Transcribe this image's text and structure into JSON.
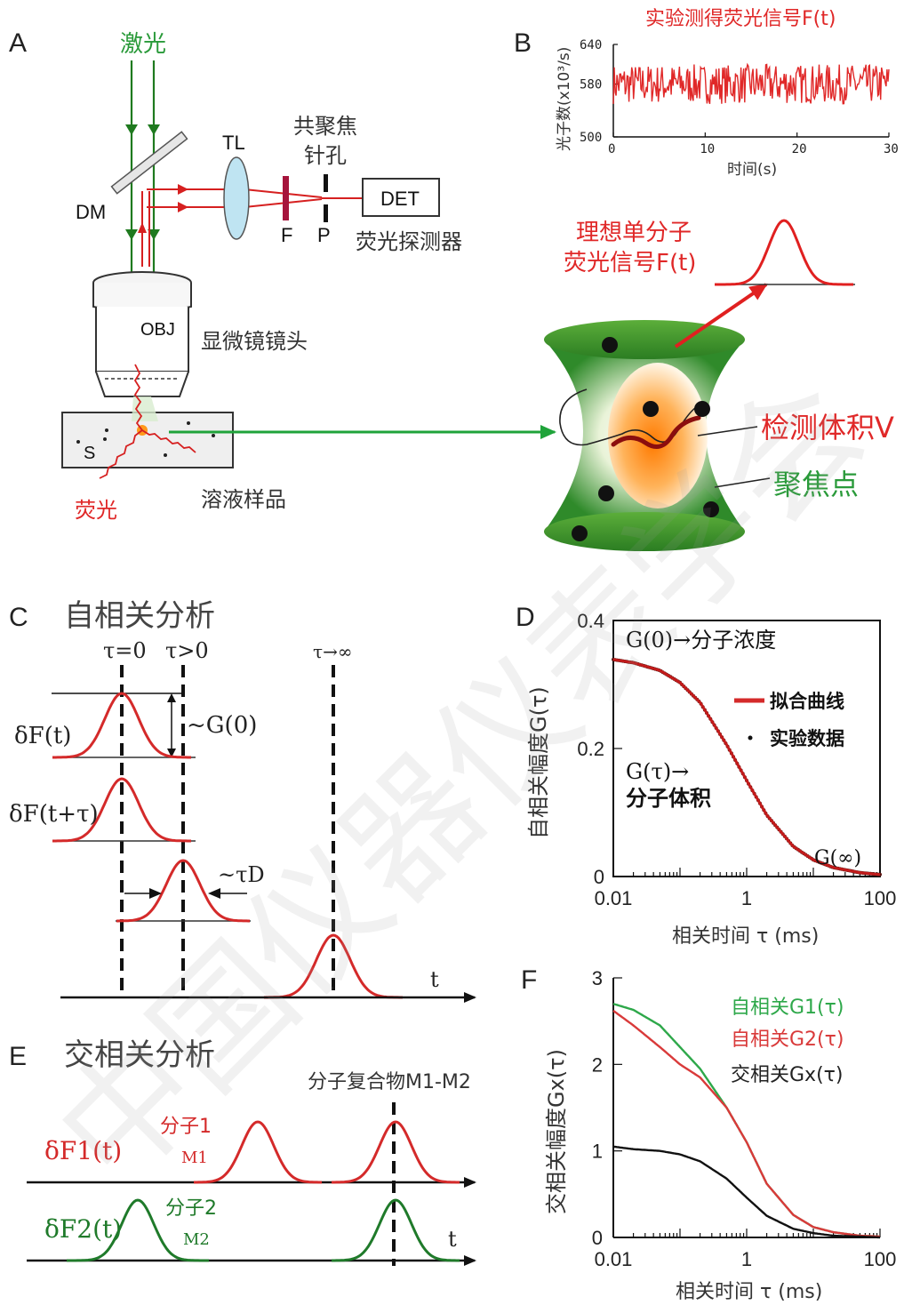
{
  "panels": {
    "a": "A",
    "b": "B",
    "c": "C",
    "d": "D",
    "e": "E",
    "f": "F"
  },
  "panel_a": {
    "laser": "激光",
    "dm": "DM",
    "tl": "TL",
    "pinhole_l1": "共聚焦",
    "pinhole_l2": "针孔",
    "det": "DET",
    "f": "F",
    "p": "P",
    "detector": "荧光探测器",
    "obj": "OBJ",
    "objective": "显微镜镜头",
    "sample_s": "S",
    "sample": "溶液样品",
    "fluorescence": "荧光",
    "ideal_l1": "理想单分子",
    "ideal_l2": "荧光信号F(t)",
    "detection_volume": "检测体积V",
    "focal_point": "聚焦点"
  },
  "panel_c": {
    "title": "自相关分析",
    "tau0": "τ=0",
    "taupos": "τ>0",
    "tauinf": "τ→∞",
    "g0": "~G(0)",
    "tauD": "~τD",
    "dF": "δF(t)",
    "dFtau": "δF(t+τ)",
    "t": "t"
  },
  "panel_e": {
    "title": "交相关分析",
    "complex": "分子复合物M1-M2",
    "df1": "δF1(t)",
    "df2": "δF2(t)",
    "mol1": "分子1",
    "m1": "M1",
    "mol2": "分子2",
    "m2": "M2",
    "t": "t"
  },
  "chart_data": [
    {
      "panel": "B",
      "type": "line",
      "title": "实验测得荧光信号F(t)",
      "xlabel": "时间(s)",
      "ylabel": "光子数(x10³/s)",
      "xlim": [
        0,
        30
      ],
      "ylim": [
        500,
        640
      ],
      "xticks": [
        "0",
        "10",
        "20",
        "30"
      ],
      "yticks": [
        "640",
        "580",
        "500"
      ],
      "series": [
        {
          "color": "#e02828",
          "mean": 580,
          "noise_amplitude": 30
        }
      ]
    },
    {
      "panel": "D",
      "type": "line",
      "xscale": "log",
      "xlabel": "相关时间 τ (ms)",
      "ylabel": "自相关幅度G(τ)",
      "xlim": [
        0.01,
        100
      ],
      "ylim": [
        0,
        0.4
      ],
      "xticks": [
        "0.01",
        "1",
        "100"
      ],
      "yticks": [
        "0.4",
        "0.2",
        "0"
      ],
      "annotations": [
        "G(0)→分子浓度",
        "G(τ)→",
        "分子体积",
        "G(∞)"
      ],
      "legend": [
        {
          "name": "拟合曲线",
          "color": "#d42a2a"
        },
        {
          "name": "实验数据",
          "color": "#5a1410"
        }
      ],
      "x": [
        0.01,
        0.02,
        0.05,
        0.1,
        0.2,
        0.5,
        1,
        2,
        5,
        10,
        20,
        50,
        100
      ],
      "series": [
        {
          "name": "拟合曲线",
          "values": [
            0.339,
            0.334,
            0.322,
            0.303,
            0.272,
            0.206,
            0.15,
            0.096,
            0.047,
            0.026,
            0.014,
            0.006,
            0.003
          ]
        }
      ]
    },
    {
      "panel": "F",
      "type": "line",
      "xscale": "log",
      "xlabel": "相关时间 τ (ms)",
      "ylabel": "交相关幅度Gx(τ)",
      "xlim": [
        0.01,
        100
      ],
      "ylim": [
        0,
        3
      ],
      "xticks": [
        "0.01",
        "1",
        "100"
      ],
      "yticks": [
        "3",
        "2",
        "1",
        "0"
      ],
      "x": [
        0.01,
        0.02,
        0.05,
        0.1,
        0.2,
        0.5,
        1,
        2,
        5,
        10,
        20,
        50,
        100
      ],
      "series": [
        {
          "name": "自相关G1(τ)",
          "color": "#2ea84a",
          "values": [
            2.7,
            2.63,
            2.45,
            2.2,
            1.95,
            1.5,
            1.1,
            0.62,
            0.26,
            0.12,
            0.06,
            0.02,
            0.01
          ]
        },
        {
          "name": "自相关G2(τ)",
          "color": "#d93a3a",
          "values": [
            2.62,
            2.45,
            2.2,
            2.0,
            1.85,
            1.5,
            1.1,
            0.62,
            0.26,
            0.12,
            0.06,
            0.02,
            0.01
          ]
        },
        {
          "name": "交相关Gx(τ)",
          "color": "#111111",
          "values": [
            1.05,
            1.02,
            1.0,
            0.96,
            0.88,
            0.68,
            0.46,
            0.25,
            0.1,
            0.05,
            0.02,
            0.01,
            0.0
          ]
        }
      ]
    }
  ],
  "watermark": "中国仪器仪表学会"
}
